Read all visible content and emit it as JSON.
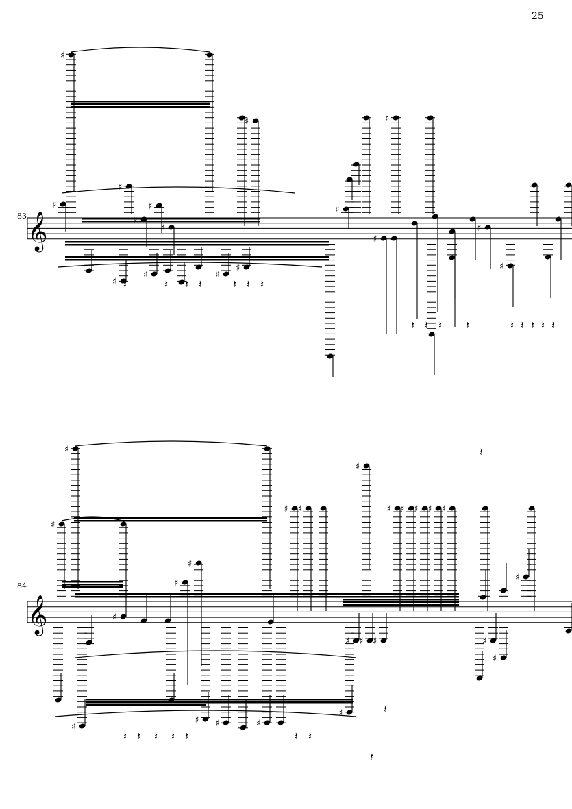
{
  "page": {
    "number": "25"
  },
  "systems": [
    {
      "measure_number": "83"
    },
    {
      "measure_number": "84"
    }
  ],
  "colors": {
    "ink": "#000000",
    "paper": "#ffffff"
  }
}
